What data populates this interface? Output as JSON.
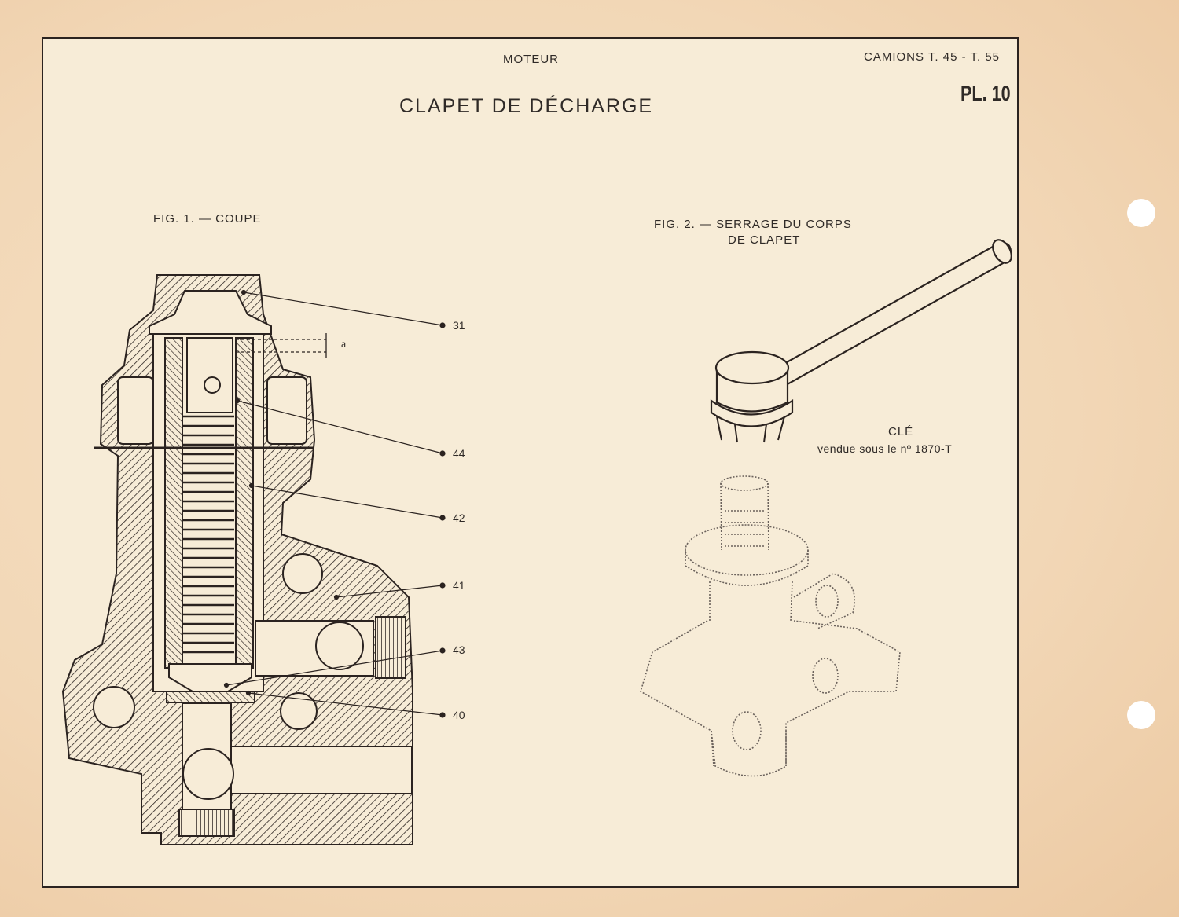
{
  "header": {
    "section": "MOTEUR",
    "vehicle": "CAMIONS T. 45 - T. 55",
    "plate": "PL. 10"
  },
  "title": "CLAPET DE DÉCHARGE",
  "figure1": {
    "caption": "FIG. 1. — COUPE",
    "callouts": [
      "31",
      "44",
      "42",
      "41",
      "43",
      "40"
    ],
    "dimension_label": "a"
  },
  "figure2": {
    "caption_line1": "FIG. 2. — SERRAGE DU CORPS",
    "caption_line2": "DE CLAPET",
    "tool_label": "CLÉ",
    "tool_note": "vendue sous le nº 1870-T"
  },
  "colors": {
    "paper_edge": "#f1d4b2",
    "paper": "#f7ecd7",
    "ink": "#2b2320"
  }
}
